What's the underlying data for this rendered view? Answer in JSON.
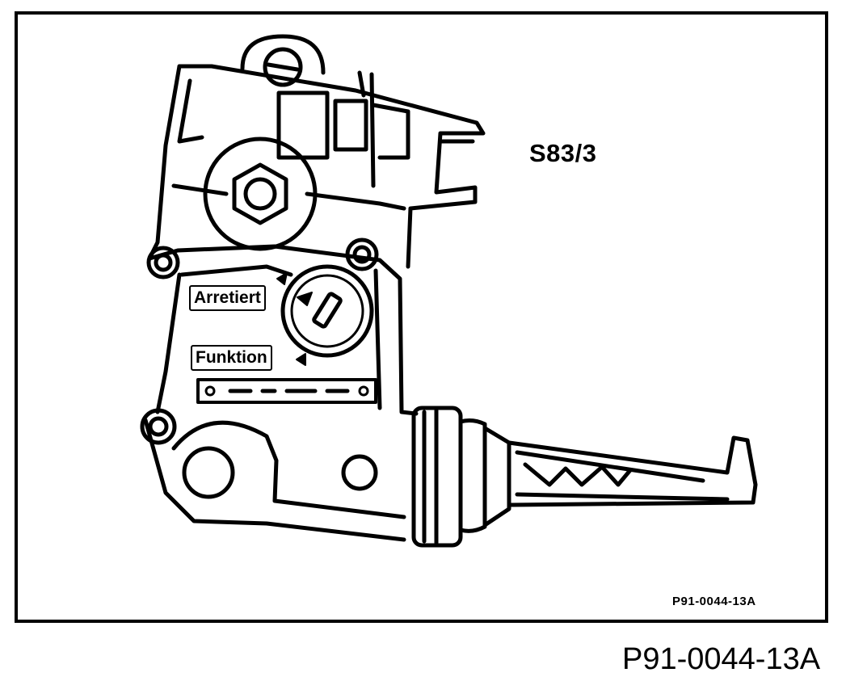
{
  "component_label": "S83/3",
  "figure_code_inner": "P91-0044-13A",
  "figure_code_outer": "P91-0044-13A",
  "tags": {
    "arretiert": "Arretiert",
    "funktion": "Funktion"
  },
  "colors": {
    "ink": "#000000",
    "paper": "#ffffff"
  }
}
